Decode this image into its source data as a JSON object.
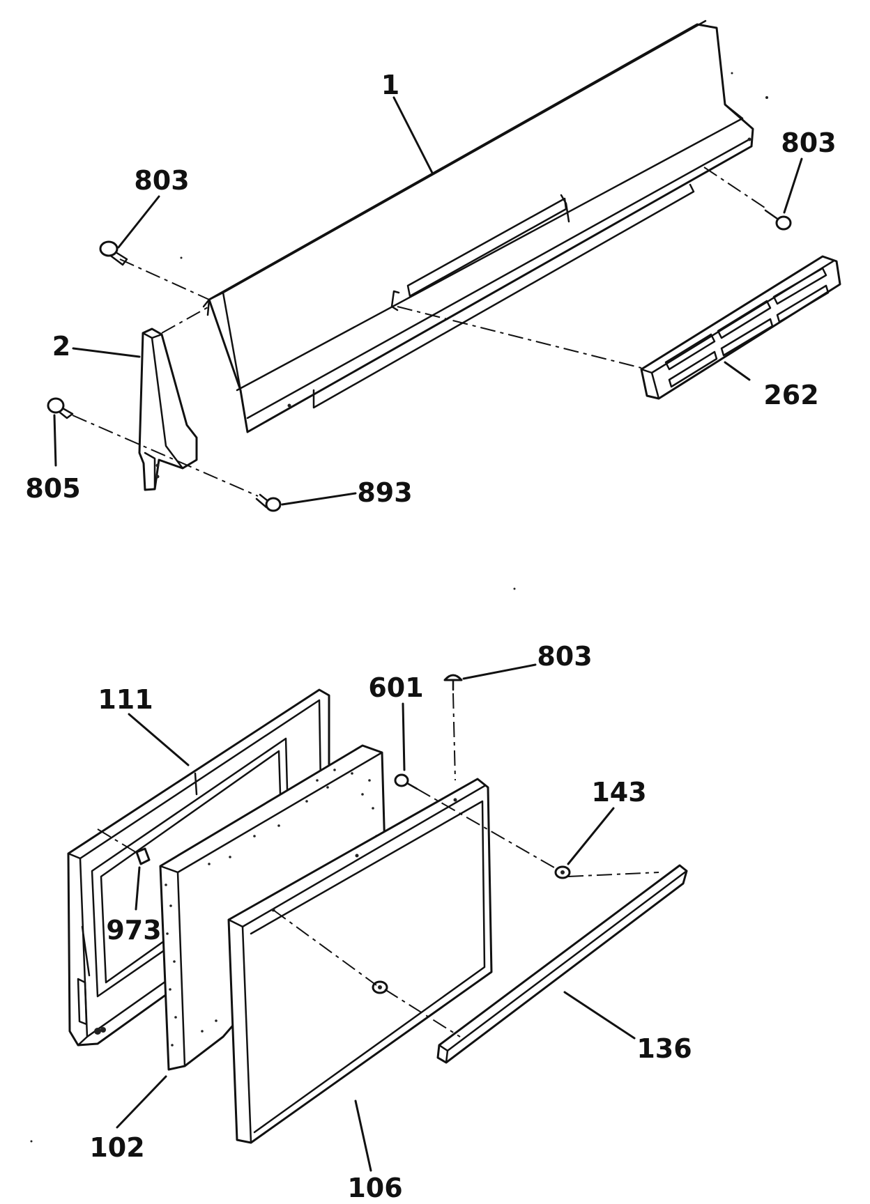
{
  "callouts": {
    "part_1": "1",
    "part_2": "2",
    "part_803_top_left": "803",
    "part_803_top_right": "803",
    "part_805": "805",
    "part_893": "893",
    "part_262": "262",
    "part_111": "111",
    "part_973": "973",
    "part_102": "102",
    "part_106": "106",
    "part_601": "601",
    "part_803_bottom": "803",
    "part_143": "143",
    "part_136": "136"
  },
  "colors": {
    "line": "#111111",
    "background": "#ffffff"
  }
}
